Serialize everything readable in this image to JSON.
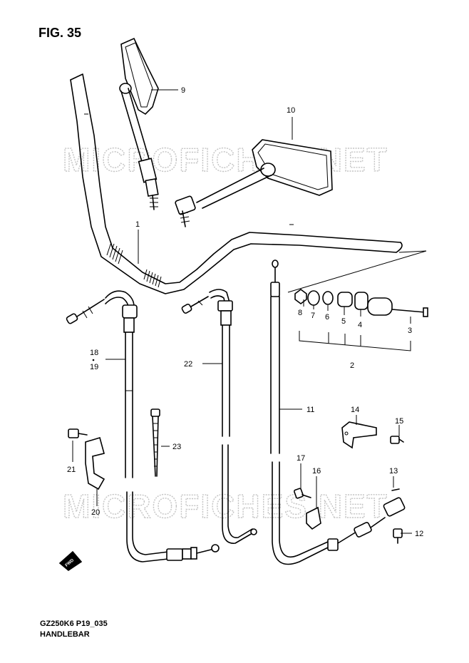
{
  "figure_title": "FIG. 35",
  "watermark": "MICROFICHES.NET",
  "footer": {
    "code": "GZ250K6 P19_035",
    "name": "HANDLEBAR"
  },
  "fwd_label": "FWD",
  "callouts": {
    "p1": "1",
    "p2": "2",
    "p3": "3",
    "p4": "4",
    "p5": "5",
    "p6": "6",
    "p7": "7",
    "p8": "8",
    "p9": "9",
    "p10": "10",
    "p11": "11",
    "p12": "12",
    "p13": "13",
    "p14": "14",
    "p15": "15",
    "p16": "16",
    "p17": "17",
    "p18": "18",
    "p19": "19",
    "p20": "20",
    "p21": "21",
    "p22": "22",
    "p23": "23"
  }
}
